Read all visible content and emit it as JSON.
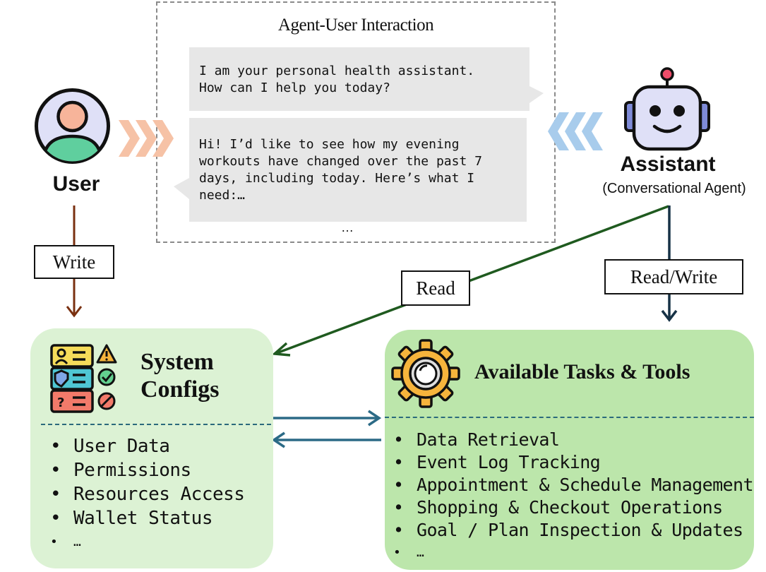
{
  "interaction": {
    "title": "Agent-User Interaction",
    "assistant_message": "I am your personal health assistant.\nHow can I help you today?",
    "user_message": "Hi! I’d like to see how my evening\nworkouts have changed over the past 7\ndays, including today. Here’s what I\nneed:…",
    "ellipsis": "…"
  },
  "user": {
    "label": "User",
    "icon": "user-avatar-icon",
    "edge_label": "Write"
  },
  "assistant": {
    "label": "Assistant",
    "sublabel": "(Conversational Agent)",
    "icon": "robot-icon",
    "edge_labels": {
      "read": "Read",
      "read_write": "Read/Write"
    }
  },
  "system_configs": {
    "title_line1": "System",
    "title_line2": "Configs",
    "icon": "checklist-icon",
    "items": [
      "User Data",
      "Permissions",
      "Resources Access",
      "Wallet Status",
      "…"
    ]
  },
  "tasks_tools": {
    "title": "Available Tasks & Tools",
    "icon": "gear-icon",
    "items": [
      "Data Retrieval",
      "Event Log Tracking",
      "Appointment & Schedule Management",
      "Shopping & Checkout Operations",
      "Goal / Plan Inspection & Updates",
      "…"
    ]
  },
  "colors": {
    "write_edge": "#7a3010",
    "read_edge": "#1f5a1f",
    "read_write_edge": "#173246",
    "panel_link": "#2b6a86",
    "configs_panel": "#dcf2d4",
    "tools_panel": "#bce6ab",
    "chevron_user": "#f6c2a6",
    "chevron_assistant": "#a8ccec"
  }
}
